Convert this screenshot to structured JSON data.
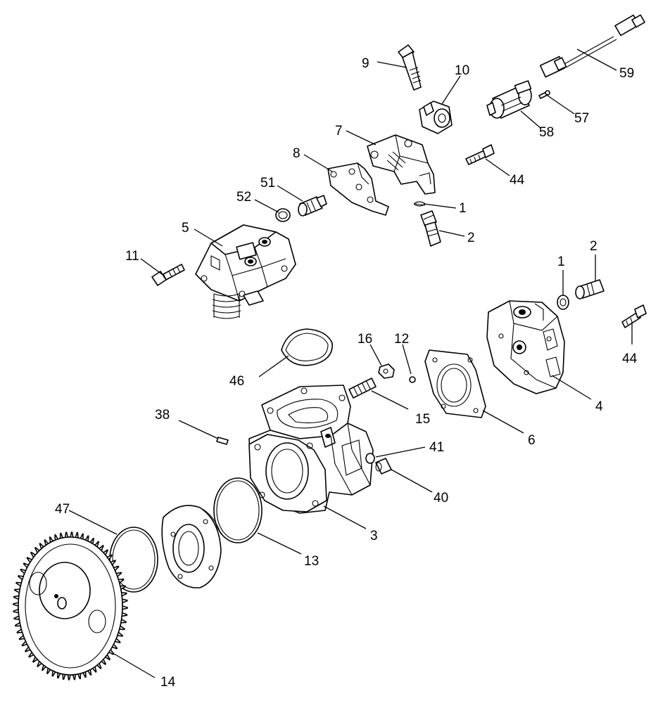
{
  "callouts": [
    {
      "id": "c-9",
      "text": "9"
    },
    {
      "id": "c-10",
      "text": "10"
    },
    {
      "id": "c-59",
      "text": "59"
    },
    {
      "id": "c-57",
      "text": "57"
    },
    {
      "id": "c-58",
      "text": "58"
    },
    {
      "id": "c-7",
      "text": "7"
    },
    {
      "id": "c-8",
      "text": "8"
    },
    {
      "id": "c-44a",
      "text": "44"
    },
    {
      "id": "c-51",
      "text": "51"
    },
    {
      "id": "c-52",
      "text": "52"
    },
    {
      "id": "c-1a",
      "text": "1"
    },
    {
      "id": "c-2a",
      "text": "2"
    },
    {
      "id": "c-5",
      "text": "5"
    },
    {
      "id": "c-11",
      "text": "11"
    },
    {
      "id": "c-1b",
      "text": "1"
    },
    {
      "id": "c-2b",
      "text": "2"
    },
    {
      "id": "c-44b",
      "text": "44"
    },
    {
      "id": "c-4",
      "text": "4"
    },
    {
      "id": "c-16",
      "text": "16"
    },
    {
      "id": "c-12",
      "text": "12"
    },
    {
      "id": "c-46",
      "text": "46"
    },
    {
      "id": "c-15",
      "text": "15"
    },
    {
      "id": "c-6",
      "text": "6"
    },
    {
      "id": "c-38",
      "text": "38"
    },
    {
      "id": "c-41",
      "text": "41"
    },
    {
      "id": "c-40",
      "text": "40"
    },
    {
      "id": "c-47",
      "text": "47"
    },
    {
      "id": "c-3",
      "text": "3"
    },
    {
      "id": "c-13",
      "text": "13"
    },
    {
      "id": "c-14",
      "text": "14"
    }
  ]
}
